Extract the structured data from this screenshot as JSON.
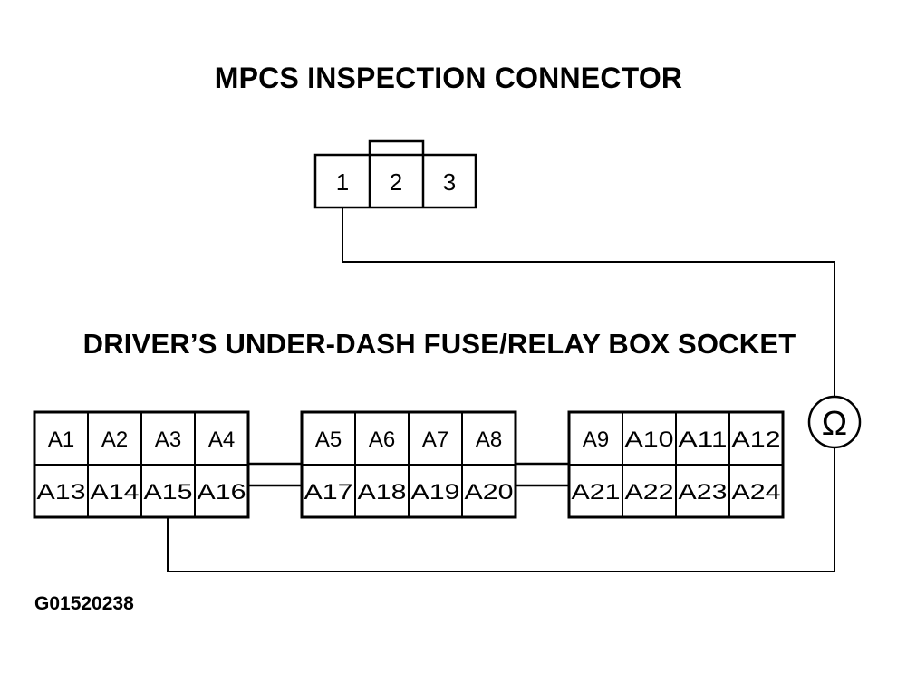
{
  "diagram": {
    "title_connector": "MPCS INSPECTION CONNECTOR",
    "title_socket": "DRIVER’S UNDER-DASH FUSE/RELAY BOX SOCKET",
    "figure_code": "G01520238",
    "meter_symbol": "Ω",
    "inspection_connector": {
      "pins": [
        "1",
        "2",
        "3"
      ]
    },
    "socket_blocks": [
      {
        "top": [
          "A1",
          "A2",
          "A3",
          "A4"
        ],
        "bottom": [
          "A13",
          "A14",
          "A15",
          "A16"
        ]
      },
      {
        "top": [
          "A5",
          "A6",
          "A7",
          "A8"
        ],
        "bottom": [
          "A17",
          "A18",
          "A19",
          "A20"
        ]
      },
      {
        "top": [
          "A9",
          "A10",
          "A11",
          "A12"
        ],
        "bottom": [
          "A21",
          "A22",
          "A23",
          "A24"
        ]
      }
    ],
    "test_connection": {
      "from": "1",
      "to": "A15",
      "via": "ohmmeter"
    }
  }
}
